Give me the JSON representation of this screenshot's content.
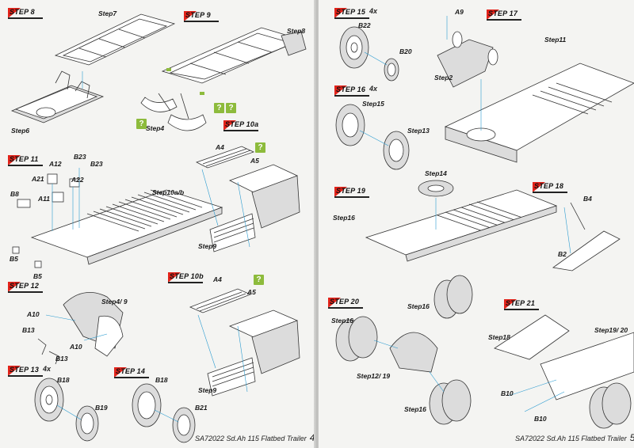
{
  "left_page": {
    "footer": "SA72022 Sd.Ah 115 Flatbed Trailer",
    "page_number": "4",
    "steps": [
      {
        "label": "STEP 8",
        "count": ""
      },
      {
        "label": "STEP 9",
        "count": ""
      },
      {
        "label": "STEP 10a",
        "count": ""
      },
      {
        "label": "STEP 11",
        "count": ""
      },
      {
        "label": "STEP 12",
        "count": ""
      },
      {
        "label": "STEP 10b",
        "count": ""
      },
      {
        "label": "STEP 13",
        "count": "4x"
      },
      {
        "label": "STEP 14",
        "count": ""
      }
    ],
    "labels": [
      "Step7",
      "Step6",
      "Step8",
      "Step4",
      "A12",
      "B23",
      "B23",
      "A21",
      "A22",
      "B8",
      "A11",
      "Step10a/b",
      "B5",
      "B5",
      "A4",
      "A5",
      "Step9",
      "A10",
      "B13",
      "B13",
      "A10",
      "Step4/ 9",
      "A4",
      "A5",
      "Step9",
      "B18",
      "B19",
      "B18",
      "B21"
    ],
    "question_marks": [
      "?",
      "?",
      "?",
      "?",
      "?"
    ]
  },
  "right_page": {
    "footer": "SA72022 Sd.Ah 115 Flatbed Trailer",
    "page_number": "5",
    "steps": [
      {
        "label": "STEP 15",
        "count": "4x"
      },
      {
        "label": "STEP 17",
        "count": ""
      },
      {
        "label": "STEP 16",
        "count": "4x"
      },
      {
        "label": "STEP 19",
        "count": ""
      },
      {
        "label": "STEP 18",
        "count": ""
      },
      {
        "label": "STEP 20",
        "count": ""
      },
      {
        "label": "STEP 21",
        "count": ""
      }
    ],
    "labels": [
      "B22",
      "B20",
      "A9",
      "Step2",
      "Step11",
      "Step15",
      "Step13",
      "Step14",
      "Step16",
      "Step16",
      "B4",
      "B2",
      "Step16",
      "Step12/ 19",
      "Step16",
      "Step18",
      "Step19/ 20",
      "B10",
      "B10"
    ]
  }
}
